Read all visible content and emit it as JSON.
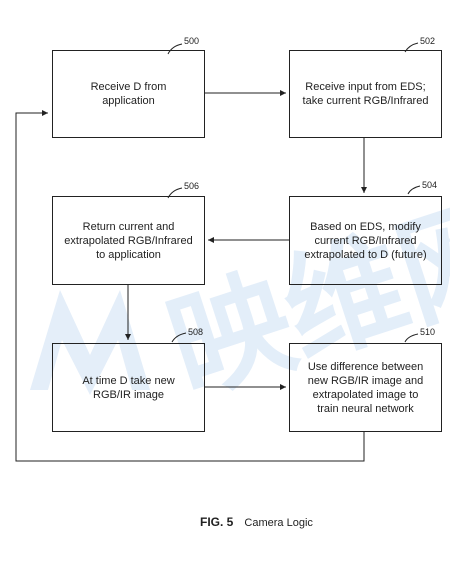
{
  "boxes": {
    "b500": {
      "ref": "500",
      "text": "Receive D from\napplication"
    },
    "b502": {
      "ref": "502",
      "text": "Receive input from EDS;\ntake current RGB/Infrared"
    },
    "b504": {
      "ref": "504",
      "text": "Based on EDS, modify\ncurrent RGB/Infrared\nextrapolated to D (future)"
    },
    "b506": {
      "ref": "506",
      "text": "Return current and\nextrapolated RGB/Infrared\nto application"
    },
    "b508": {
      "ref": "508",
      "text": "At time D take new\nRGB/IR image"
    },
    "b510": {
      "ref": "510",
      "text": "Use difference between\nnew RGB/IR image and\nextrapolated image to\ntrain neural network"
    }
  },
  "caption": {
    "fig": "FIG. 5",
    "text": "Camera Logic"
  },
  "watermark": {
    "text": "映维网"
  },
  "colors": {
    "line": "#222222",
    "watermark": "#2f7fd4"
  }
}
